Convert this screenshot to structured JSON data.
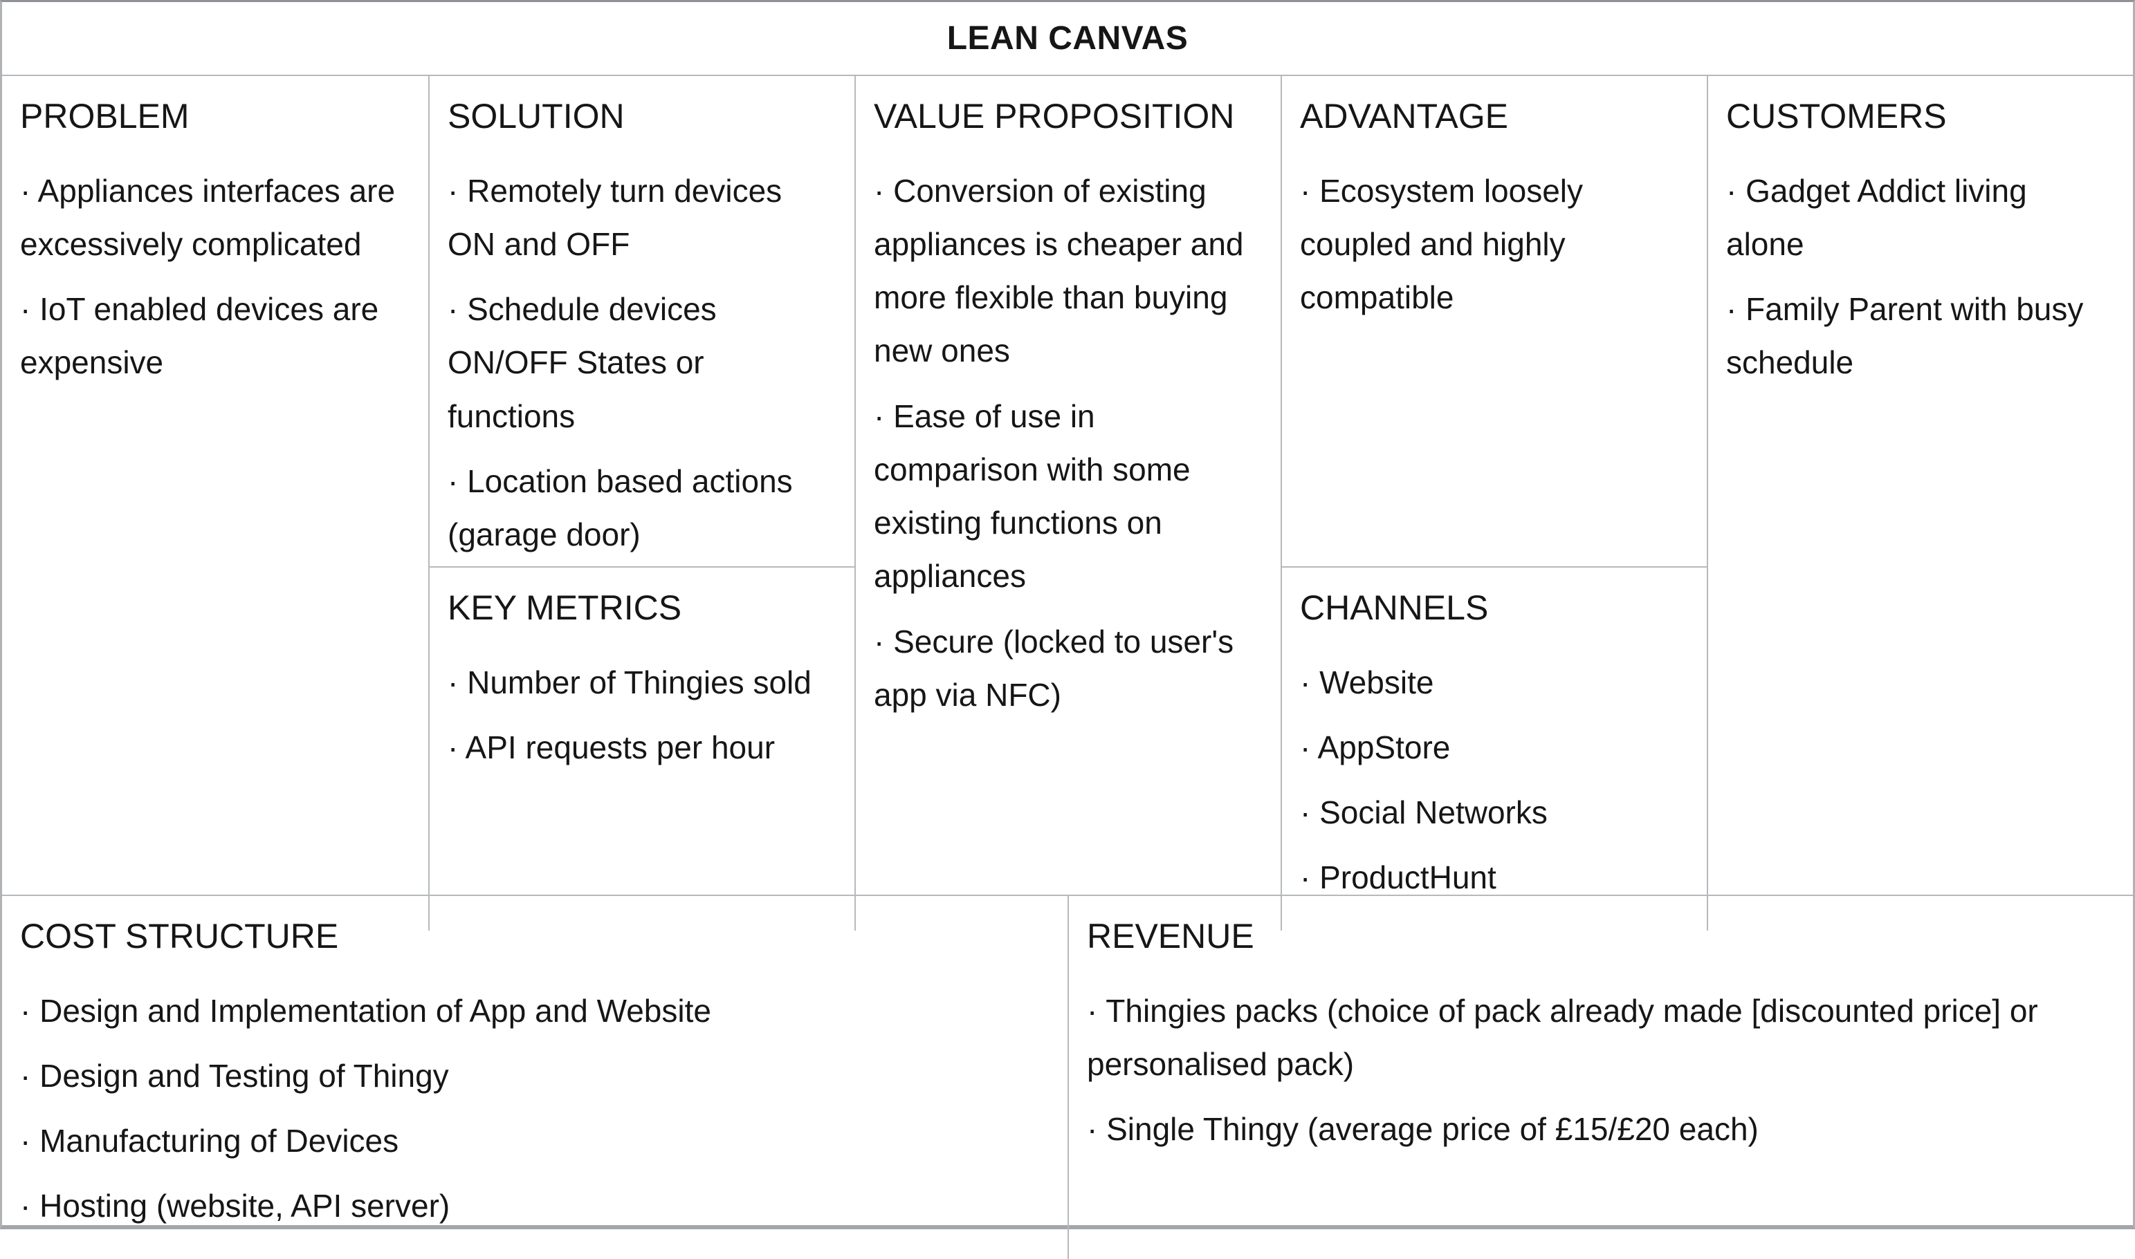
{
  "title": "LEAN CANVAS",
  "colors": {
    "background": "#ffffff",
    "grid_line": "#b6b9bc",
    "outer_border": "#a3a6ab",
    "text": "#161616"
  },
  "sections": {
    "problem": {
      "heading": "PROBLEM",
      "items": [
        "· Appliances interfaces are excessively complicated",
        "· IoT enabled devices are expensive"
      ]
    },
    "solution": {
      "heading": "SOLUTION",
      "items": [
        "· Remotely turn devices ON and OFF",
        "· Schedule devices ON/OFF States or functions",
        "· Location based actions (garage door)"
      ]
    },
    "key_metrics": {
      "heading": "KEY METRICS",
      "items": [
        "· Number of Thingies sold",
        "· API requests per hour"
      ]
    },
    "value_proposition": {
      "heading": "VALUE PROPOSITION",
      "items": [
        "· Conversion of existing appliances is cheaper and more flexible than buying new ones",
        "· Ease of use in comparison with some existing functions on appliances",
        "· Secure (locked to user's app via NFC)"
      ]
    },
    "advantage": {
      "heading": "ADVANTAGE",
      "items": [
        "· Ecosystem loosely coupled and highly compatible"
      ]
    },
    "channels": {
      "heading": "CHANNELS",
      "items": [
        "· Website",
        "· AppStore",
        "· Social Networks",
        "· ProductHunt"
      ]
    },
    "customers": {
      "heading": "CUSTOMERS",
      "items": [
        "· Gadget Addict living alone",
        "· Family Parent with busy schedule"
      ]
    },
    "cost_structure": {
      "heading": "COST STRUCTURE",
      "items": [
        "· Design and Implementation of App and Website",
        "· Design and Testing of Thingy",
        "· Manufacturing of Devices",
        "· Hosting (website, API server)"
      ]
    },
    "revenue": {
      "heading": "REVENUE",
      "items": [
        "· Thingies packs (choice of pack already made [discounted price] or personalised pack)",
        "· Single Thingy (average price of £15/£20 each)"
      ]
    }
  }
}
